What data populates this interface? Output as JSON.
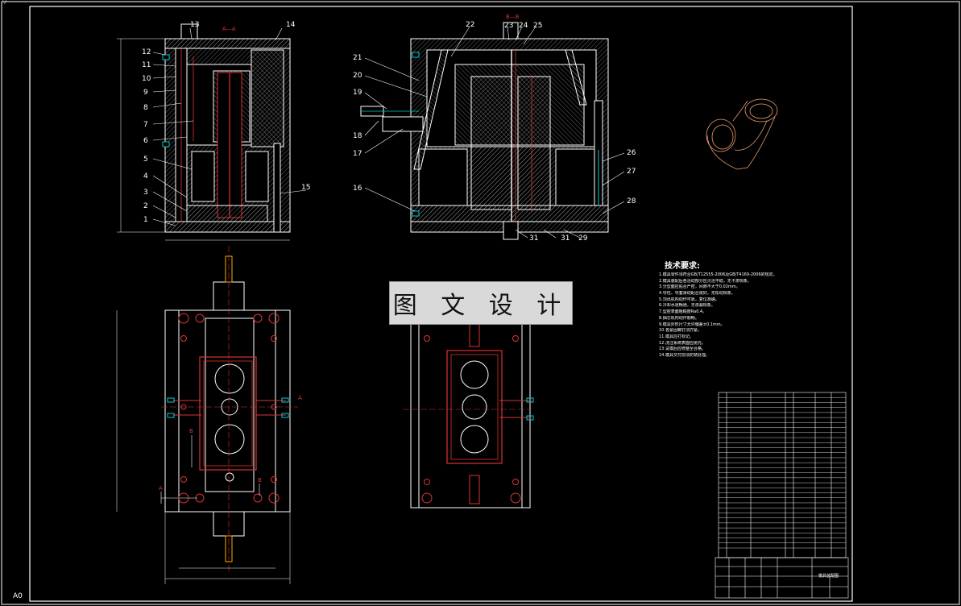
{
  "drawing": {
    "view_top_left_section": "A—A",
    "view_top_right_section": "B—B",
    "watermark": "图 文 设 计",
    "corner_tl": "▽",
    "corner_bl": "A0",
    "part_labels_left": [
      "13",
      "14",
      "12",
      "11",
      "10",
      "9",
      "8",
      "7",
      "6",
      "5",
      "4",
      "3",
      "2",
      "1",
      "15"
    ],
    "part_labels_right": [
      "22",
      "23",
      "24",
      "25",
      "21",
      "20",
      "19",
      "18",
      "17",
      "16",
      "26",
      "27",
      "28",
      "31",
      "31",
      "29"
    ],
    "section_marks": [
      "A",
      "A",
      "B",
      "B"
    ]
  },
  "technical_requirements": {
    "title": "技术要求:",
    "items": [
      "1.模具零件须符合GB/T12555-2006及GB/T4169-2006的规定。",
      "2.模具装配后各活动部分应灵活平稳，无卡滞现象。",
      "3.分型面应贴合严密，间隙不大于0.02mm。",
      "4.导柱、导套滑动配合良好，无松动现象。",
      "5.顶出机构动作可靠，复位准确。",
      "6.冷却水道畅通，无渗漏现象。",
      "7.型腔表面粗糙度Ra0.4。",
      "8.抽芯机构动作顺畅。",
      "9.模具外形尺寸允许偏差±0.1mm。",
      "10.各紧固螺钉须拧紧。",
      "11.模具应打标记。",
      "12.浇注系统表面应抛光。",
      "13.试模后应修整至合格。",
      "14.模具交付前须防锈处理。"
    ]
  },
  "title_block": {
    "drawing_name": "模具装配图"
  },
  "colors": {
    "background": "#000000",
    "line": "#ffffff",
    "section": "#cc2222",
    "accent": "#ffff00",
    "cyan": "#00cccc"
  }
}
